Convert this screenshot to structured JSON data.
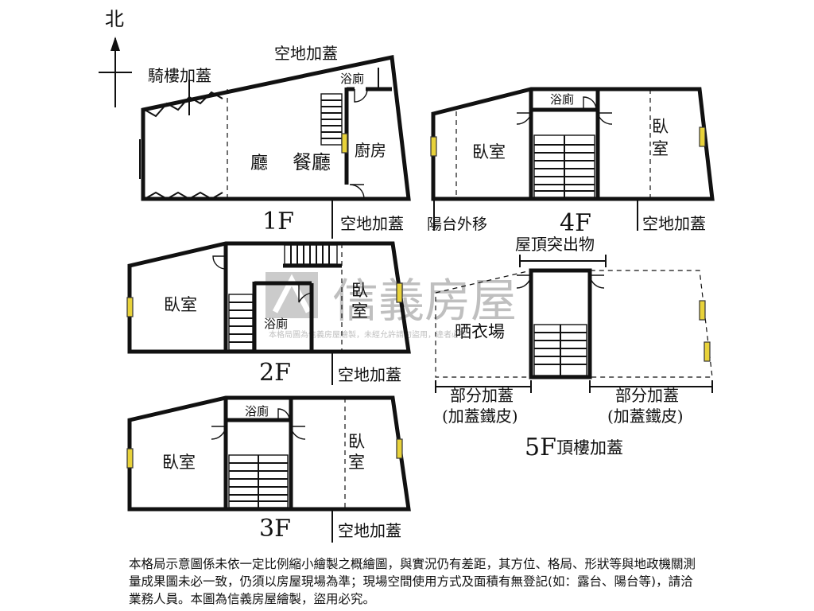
{
  "compass": {
    "north": "北"
  },
  "floors": {
    "f1": {
      "name": "1F",
      "rooms": {
        "hall": "廳",
        "dining": "餐廳",
        "kitchen": "廚房",
        "bath": "浴廁"
      },
      "notes": {
        "arcade": "騎樓加蓋",
        "open_top": "空地加蓋",
        "open_bottom": "空地加蓋"
      }
    },
    "f2": {
      "name": "2F",
      "rooms": {
        "bed_left": "臥室",
        "bed_right": "臥室",
        "bath": "浴廁"
      },
      "notes": {
        "open": "空地加蓋"
      }
    },
    "f3": {
      "name": "3F",
      "rooms": {
        "bed_left": "臥室",
        "bed_right": "臥室",
        "bath": "浴廁"
      },
      "notes": {
        "open": "空地加蓋"
      }
    },
    "f4": {
      "name": "4F",
      "rooms": {
        "bed_left": "臥室",
        "bed_right": "臥室",
        "bath": "浴廁"
      },
      "notes": {
        "balcony": "陽台外移",
        "open": "空地加蓋"
      }
    },
    "f5": {
      "name": "5F",
      "subtitle": "頂樓加蓋",
      "rooms": {
        "laundry": "晒衣場"
      },
      "notes": {
        "roof": "屋頂突出物",
        "partial_left": "部分加蓋",
        "partial_left_sub": "(加蓋鐵皮)",
        "partial_right": "部分加蓋",
        "partial_right_sub": "(加蓋鐵皮)"
      }
    }
  },
  "watermark": {
    "brand": "信義房屋",
    "sub": "本格局圖為信義房屋繪製，未經允許請勿盜用，違者必究"
  },
  "disclaimer": "本格局示意圖係未依一定比例縮小繪製之概繪圖，與實況仍有差距，其方位、格局、形狀等與地政機關測量成果圖未必一致，仍須以房屋現場為準；現場空間使用方式及面積有無登記(如：露台、陽台等)，請洽業務人員。本圖為信義房屋繪製，盜用必究。",
  "colors": {
    "window": "#e8d23a",
    "wall": "#111111",
    "watermark": "#b9b9b9"
  }
}
